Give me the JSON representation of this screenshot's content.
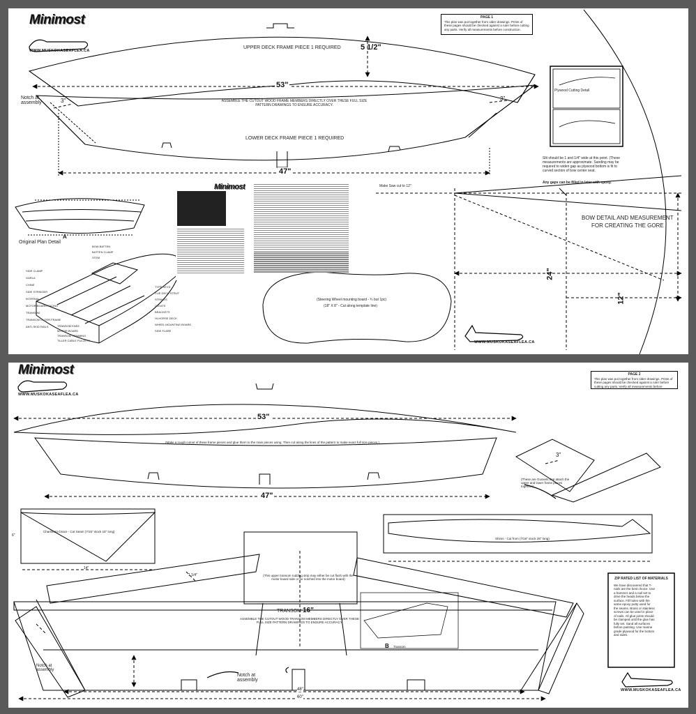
{
  "brand": {
    "title": "Minimost",
    "url": "WWW.MUSKOKASEAFLEA.CA"
  },
  "page1": {
    "page_label": "PAGE 1",
    "page_note": "This plan was put together from older drawings. Prints of these pages should be checked against a ruler before cutting any parts. Verify all measurements before construction.",
    "upper_deck_label": "UPPER DECK FRAME PIECE    1 REQUIRED",
    "lower_deck_label": "LOWER DECK FRAME PIECE    1 REQUIRED",
    "assemble_note": "ASSEMBLE THE CUTOUT WOOD FRAME MEMBERS DIRECTLY OVER THESE FULL SIZE PATTERN DRAWINGS TO ENSURE ACCURACY.",
    "dim_53": "53\"",
    "dim_47": "47\"",
    "dim_5half": "5 1/2\"",
    "dim_3_left": "3\"",
    "dim_3_right": "3\"",
    "notch_at_assembly": "Notch at assembly",
    "original_plan_detail": "Original Plan Detail",
    "label_A": "A",
    "inset_note_title": "Plywood Cutting Detail",
    "bow_note_1": "Slit should be 1 and 1/4\" wide at this point. (These measurements are approximate. Sanding may be required to widen gap as plywood bottom is fit to curved section of bow center seat.",
    "bow_note_2": "Any gaps can be filled in later with epoxy.",
    "make_saw_cut": "Make Saw cut to 12\"",
    "bow_title_1": "BOW DETAIL AND MEASUREMENT",
    "bow_title_2": "FOR CREATING THE GORE",
    "dim_24": "24\"",
    "dim_12": "12\"",
    "steering_board_1": "(Steering Wheel mounting board - ¾ but 1pc)",
    "steering_board_2": "(18\" X 8\" - Cut along template line)",
    "parts_list": [
      "SIDE CLAMP",
      "GARLA",
      "CHINE",
      "SIDE STRINGER",
      "INTERNAL",
      "MOTOR BOARD FACING",
      "TRANSOM",
      "TRANSOM OUTER FRAME",
      "ANTI-SKID RAILS",
      "TRANSOM KNEE",
      "MOTOR BOARD",
      "TRANSOM TRIMMING",
      "TILLER CABLE PULLEYS",
      "BOW BATTEN",
      "BATTEN CLAMP",
      "STEM",
      "TYPE SEYD",
      "CUE DECK STRUT",
      "STRINGS",
      "CLEATS",
      "BRACKETS",
      "HI-HORSE DECK",
      "WHEEL MOUNTING BOARD",
      "SIDE FLARE"
    ]
  },
  "page2": {
    "page_label": "PAGE 2",
    "page_note": "This plan was put together from older drawings. Prints of these pages should be checked against a ruler before cutting any parts. Verify all measurements before construction.",
    "dim_53": "53\"",
    "dim_47": "47\"",
    "dim_3": "3\"",
    "rough_cutout_note": "(Make a rough cutout of these frame pieces and glue them to the main pieces using.  Then cut along the lines of the pattern to make exact full size pieces.)",
    "gusset_note": "(These are Gussets that attach the upper and lower frame pieces together)",
    "chartseam_note": "Chartseam brace - Cut Seam (7/16\" stock 16\" long)",
    "shim_note": "Shims - Cut from (7/16\" stock 28\" long)",
    "dim_6": "6\"",
    "dim_14": "14\"",
    "dim_1_1_4": "1 1/4\"",
    "transom_note": "(This upper transom rudding strip may either be cut flush with the motor board side or be notched into the motor board)",
    "transom_label": "TRANSOM",
    "dim_16": "16\"",
    "transom_assemble": "ASSEMBLE THE CUTOUT WOOD TRANSOM MEMBERS DIRECTLY OVER THESE FULL SIZE PATTERN DRAWINGS TO ENSURE ACCURACY.",
    "notch_at_assembly": "Notch at assembly",
    "notch_at_assembly_2": "Notch at assembly",
    "dim_48": "48\"",
    "dim_60": "60\"",
    "label_B": "B",
    "transom_small": "Transom",
    "materials_title": "ZIP RATED LIST OF MATERIALS",
    "materials_text": "We have discovered that T-nails are the best choice. Use a hammer and a nail set to drive the heads below the surface. Fill holes with the same epoxy putty used for the seams. Brass or stainless screws can be used in place of nails. All glue joints should be clamped until the glue has fully set. Sand all surfaces before painting. Use marine grade plywood for the bottom and sides."
  }
}
